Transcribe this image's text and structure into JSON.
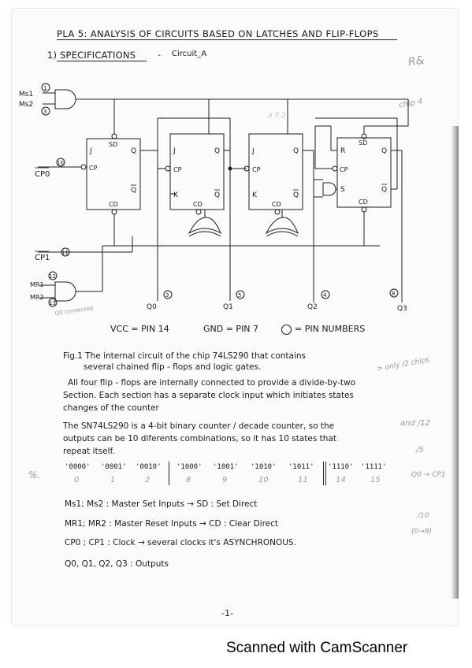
{
  "header": {
    "title": "PLA 5:  ANALYSIS OF CIRCUITS BASED ON LATCHES AND FLIP-FLOPS",
    "spec": "1) SPECIFICATIONS",
    "dash": "-",
    "circuit": "Circuit_A"
  },
  "margin_notes": {
    "top_right": "R&",
    "chip4": "chip 4",
    "faint_mid": "a 7.2",
    "faint_left": "Q0 connected"
  },
  "diagram": {
    "ms1": "Ms1",
    "ms2": "Ms2",
    "pin_ms1": "1",
    "pin_ms2": "3",
    "cp0": "CP0",
    "pin_cp0": "10",
    "cp1": "CP1",
    "pin_cp1": "11",
    "mr1": "MR1",
    "mr2": "MR2",
    "pin_mr1": "12",
    "pin_mr2": "13",
    "j": "J",
    "k": "K",
    "q": "Q",
    "qbar": "Q",
    "sd": "SD",
    "cd": "CD",
    "cp": "CP",
    "r": "R",
    "s": "S",
    "q0": "Q0",
    "q1": "Q1",
    "q2": "Q2",
    "q3": "Q3",
    "pin_q0": "3",
    "pin_q1": "5",
    "pin_q2": "4",
    "pin_q3": "8"
  },
  "legend": {
    "vcc": "VCC = PIN 14",
    "gnd": "GND = PIN 7",
    "pins": "= PIN NUMBERS"
  },
  "fig": {
    "line1": "Fig.1  The internal circuit of the chip 74LS290 that contains",
    "line2": "several chained flip - flops and logic gates."
  },
  "para1": {
    "line1": "All four flip - flops are internally connected to provide a divide-by-two",
    "line2": "Section. Each section has a separate clock input which initiates states",
    "line3": "changes of the counter"
  },
  "para2": {
    "line1": "The  SN74LS290 is a  4-bit binary counter / decade counter, so the",
    "line2": "outputs can be 10 diferents combinations, so it has 10 states that",
    "line3": "repeat itself."
  },
  "states": {
    "codes": [
      "'0000'",
      "'0001'",
      "'0010'",
      "'1000'",
      "'1001'",
      "'1010'",
      "'1011'",
      "'1110'",
      "'1111'"
    ],
    "values": [
      "0",
      "1",
      "2",
      "8",
      "9",
      "10",
      "11",
      "14",
      "15"
    ]
  },
  "defs": {
    "ms": "Ms1; Ms2 :  Master Set  Inputs  →  SD :  Set  Direct",
    "mr": "MR1; MR2 :  Master Reset Inputs  →  CD :  Clear Direct",
    "cp": "CP0 ; CP1 :  Clock  →   several clocks it's ASYNCHRONOUS.",
    "q": "Q0, Q1, Q2, Q3 :  Outputs"
  },
  "right_notes": {
    "a": "> only /2 chips",
    "b": "and /12",
    "c": "/5",
    "d": "Q0 → CP1",
    "e": "/10",
    "f": "(0→9)"
  },
  "left_note": "%.",
  "page_number": "-1-",
  "footer": "Scanned with CamScanner"
}
